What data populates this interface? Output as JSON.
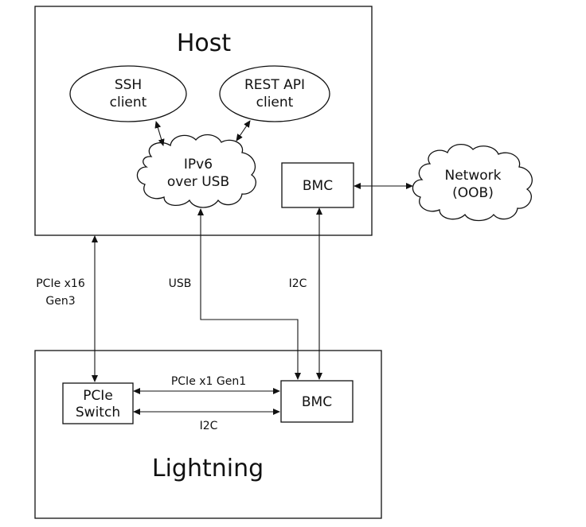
{
  "host": {
    "title": "Host"
  },
  "lightning": {
    "title": "Lightning"
  },
  "nodes": {
    "ssh_client": [
      "SSH",
      "client"
    ],
    "rest_api_client": [
      "REST API",
      "client"
    ],
    "ipv6_over_usb": [
      "IPv6",
      "over USB"
    ],
    "host_bmc": [
      "BMC"
    ],
    "network_oob": [
      "Network",
      "(OOB)"
    ],
    "pcie_switch": [
      "PCIe",
      "Switch"
    ],
    "lightning_bmc": [
      "BMC"
    ]
  },
  "links": {
    "pcie_x16": [
      "PCIe x16",
      "Gen3"
    ],
    "usb": "USB",
    "i2c_host": "I2C",
    "pcie_x1": "PCIe x1 Gen1",
    "i2c_lightning": "I2C"
  }
}
